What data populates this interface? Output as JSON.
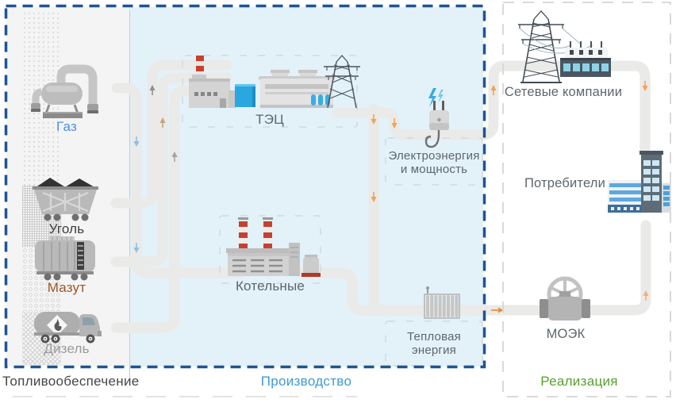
{
  "fuel_section": {
    "label": "Топливообеспечение",
    "items": [
      {
        "name": "gas",
        "label": "Газ"
      },
      {
        "name": "coal",
        "label": "Уголь"
      },
      {
        "name": "fuel_oil",
        "label": "Мазут"
      },
      {
        "name": "diesel",
        "label": "Дизель"
      }
    ]
  },
  "production_section": {
    "label": "Производство",
    "chp": {
      "label": "ТЭЦ"
    },
    "boilers": {
      "label": "Котельные"
    },
    "electricity": {
      "line1": "Электроэнергия",
      "line2": "и мощность"
    },
    "heat": {
      "line1": "Тепловая",
      "line2": "энергия"
    }
  },
  "sales_section": {
    "label": "Реализация",
    "grid_companies": {
      "label": "Сетевые компании"
    },
    "consumers": {
      "label": "Потребители"
    },
    "moek": {
      "label": "МОЭК"
    }
  },
  "colors": {
    "fuel_bg": "#f4f4f4",
    "production_bg": "#e3f1f9",
    "section_border_blue": "#1f5492",
    "section_border_gray": "#d9d9d9",
    "pipe": "#eaeae8",
    "arrow_orange": "#f0a452",
    "arrow_blue": "#8cc0e6",
    "arrow_tan": "#c6a47f",
    "arrow_gray": "#8f8f8f",
    "gas_label": "#4a90e2",
    "coal_label": "#3d3d3d",
    "fuel_oil_label": "#9b5528",
    "diesel_label": "#9b9b9b",
    "production_label": "#3d9bd3",
    "sales_label": "#57a02c",
    "chimney_red": "#c8402e",
    "accent_blue": "#2aa7e0",
    "lightning_blue": "#36abe3"
  }
}
